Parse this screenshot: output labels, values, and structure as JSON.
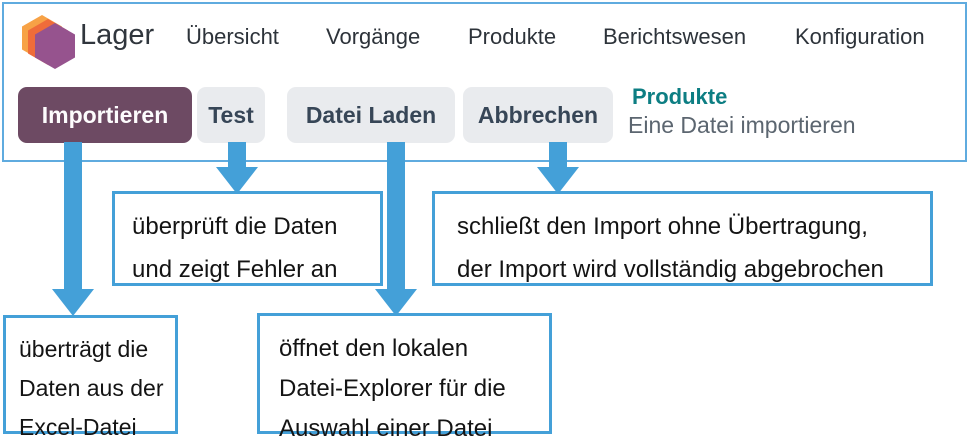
{
  "colors": {
    "accent": "#44a0d8",
    "frame-border": "#5fabdf",
    "button-primary-bg": "#6d4a63",
    "button-secondary-bg": "#e9ebee",
    "button-secondary-text": "#374657",
    "breadcrumb-title": "#0d7e83",
    "breadcrumb-subtitle": "#5c6670",
    "logo-amber": "#f7a246",
    "logo-orange": "#ef6c3a",
    "logo-purple": "#96538e"
  },
  "header": {
    "app_name": "Lager",
    "menu": [
      {
        "label": "Übersicht"
      },
      {
        "label": "Vorgänge"
      },
      {
        "label": "Produkte"
      },
      {
        "label": "Berichtswesen"
      },
      {
        "label": "Konfiguration"
      }
    ]
  },
  "toolbar": {
    "import_button": "Importieren",
    "test_button": "Test",
    "load_file_button": "Datei Laden",
    "cancel_button": "Abbrechen",
    "breadcrumb": {
      "title": "Produkte",
      "subtitle": "Eine Datei importieren"
    }
  },
  "annotations": {
    "import": {
      "lines": [
        "überträgt die",
        "Daten aus der",
        "Excel-Datei"
      ]
    },
    "test": {
      "lines": [
        "überprüft die Daten",
        "und zeigt Fehler an"
      ]
    },
    "load_file": {
      "lines": [
        "öffnet den lokalen",
        "Datei-Explorer für die",
        "Auswahl einer Datei"
      ]
    },
    "cancel": {
      "lines": [
        "schließt den Import ohne Übertragung,",
        "der Import wird vollständig abgebrochen"
      ]
    }
  }
}
